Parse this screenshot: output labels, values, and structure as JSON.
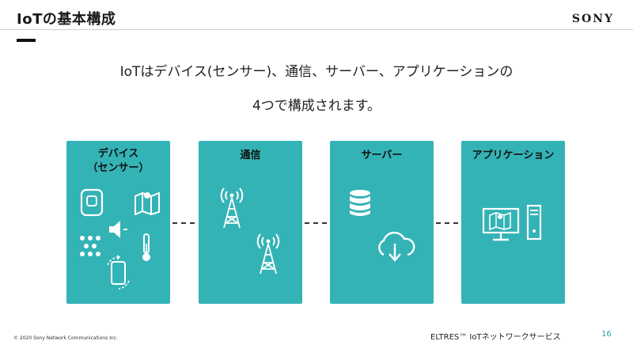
{
  "header": {
    "title": "IoTの基本構成",
    "logo": "SONY"
  },
  "lead": {
    "line1": "IoTはデバイス(センサー)、通信、サーバー、アプリケーションの",
    "line2": "4つで構成されます。"
  },
  "cards": [
    {
      "label": "デバイス\n（センサー）",
      "icons": [
        "smart-speaker-icon",
        "map-icon",
        "speaker-icon",
        "dots-sensor-icon",
        "thermometer-icon",
        "smartphone-icon"
      ]
    },
    {
      "label": "通信",
      "icons": [
        "cell-tower-icon",
        "cell-tower-icon"
      ]
    },
    {
      "label": "サーバー",
      "icons": [
        "database-icon",
        "cloud-download-icon"
      ]
    },
    {
      "label": "アプリケーション",
      "icons": [
        "monitor-map-icon",
        "desktop-tower-icon"
      ]
    }
  ],
  "footer": {
    "copyright": "© 2020 Sony Network Communications Inc.",
    "service": "ELTRES™ IoTネットワークサービス",
    "page": "16"
  },
  "colors": {
    "card": "#34b3b6",
    "page_number": "#2aa6a8"
  }
}
